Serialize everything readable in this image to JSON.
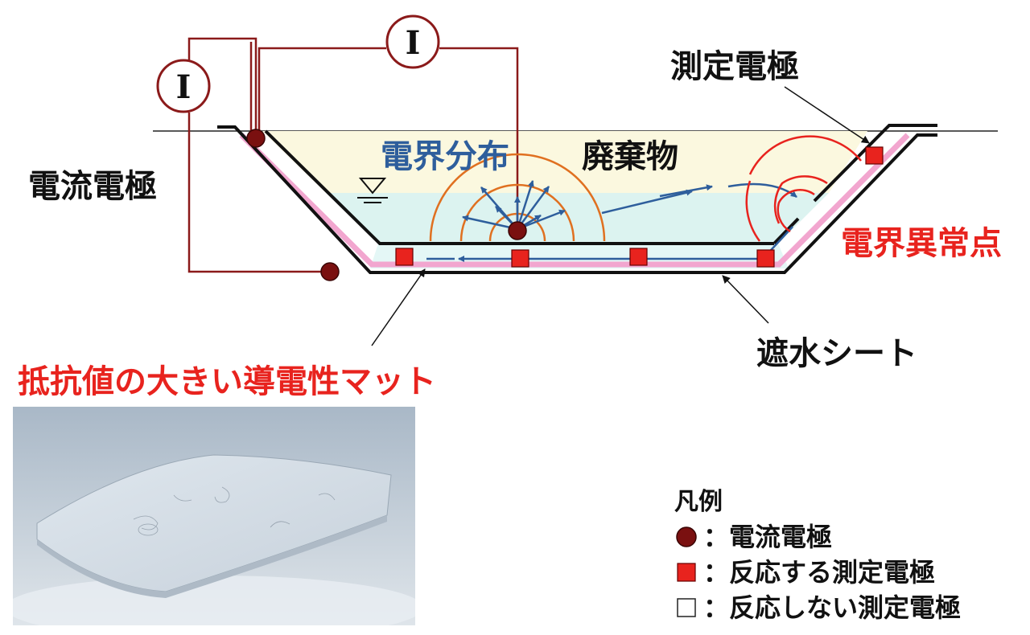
{
  "colors": {
    "current_electrode": "#7a1010",
    "reacting_electrode": "#e8231e",
    "current_field": "#2e5e9c",
    "field_arc": "#e07020",
    "anomaly_arc": "#e8231e",
    "conductive_mat": "#f2a6cf",
    "waste_fill": "#fbf8df",
    "water_fill": "#dcf3f0",
    "wire": "#8b1a1a"
  },
  "diagram": {
    "meter_symbol": "I",
    "label_measure_electrode": "測定電極",
    "label_current_electrode": "電流電極",
    "label_field_distribution": "電界分布",
    "label_waste": "廃棄物",
    "label_anomaly": "電界異常点",
    "label_sheet": "遮水シート",
    "label_mat": "抵抗値の大きい導電性マット"
  },
  "legend": {
    "title": "凡例",
    "items": [
      {
        "symbol": "dark-circle",
        "text": "：電流電極"
      },
      {
        "symbol": "red-square",
        "text": "：反応する測定電極"
      },
      {
        "symbol": "white-square",
        "text": "：反応しない測定電極"
      }
    ]
  }
}
